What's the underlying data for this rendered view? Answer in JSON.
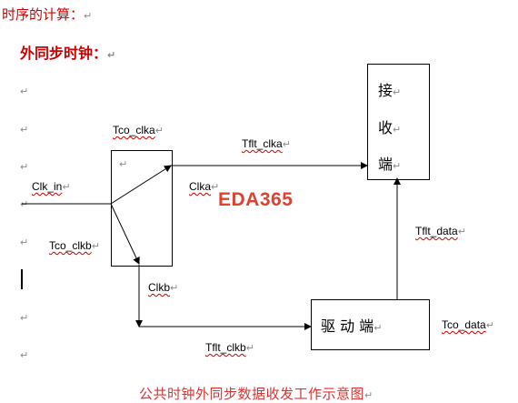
{
  "document": {
    "heading_1": "时序的计算：",
    "heading_2": "外同步时钟：",
    "paragraph_mark": "↵"
  },
  "diagram": {
    "labels": {
      "tco_clka": "Tco_clka",
      "tco_clkb": "Tco_clkb",
      "clk_in": "Clk_in",
      "clka": "Clka",
      "clkb": "Clkb",
      "tflt_clka": "Tflt_clka",
      "tflt_clkb": "Tflt_clkb",
      "tflt_data": "Tflt_data",
      "tco_data": "Tco_data"
    },
    "receiver_chars": [
      "接",
      "收",
      "端"
    ],
    "driver_text": "驱 动 端",
    "watermark": "EDA365",
    "caption": "公共时钟外同步数据收发工作示意图"
  }
}
